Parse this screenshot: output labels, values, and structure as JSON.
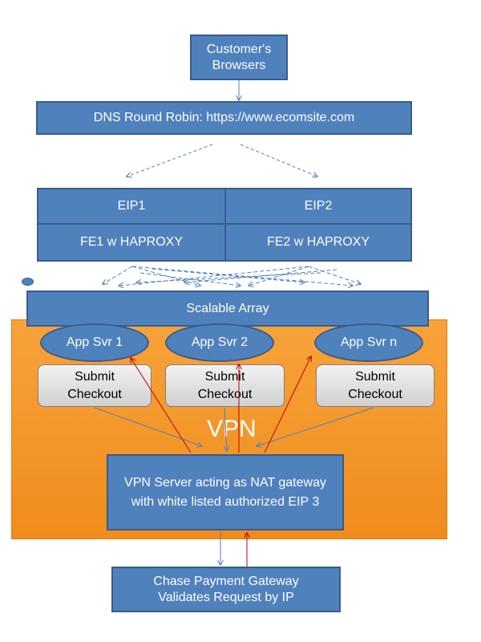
{
  "nodes": {
    "customers_browsers": "Customer's\nBrowsers",
    "dns_round_robin": "DNS Round Robin: https://www.ecomsite.com",
    "eip1": "EIP1",
    "eip2": "EIP2",
    "fe1": "FE1 w HAPROXY",
    "fe2": "FE2 w HAPROXY",
    "scalable_array": "Scalable Array",
    "app_svr_1": "App Svr 1",
    "app_svr_2": "App Svr 2",
    "app_svr_n": "App Svr n",
    "submit_checkout": "Submit\nCheckout",
    "vpn_label": "VPN",
    "vpn_server": "VPN Server acting as NAT gateway\nwith white listed authorized EIP 3",
    "payment_gateway": "Chase Payment Gateway\nValidates Request by IP"
  },
  "colors": {
    "box_fill": "#4f81bd",
    "box_border": "#385d8a",
    "vpn_region": "#f7941d",
    "request_arrow": "#4f81bd",
    "response_arrow": "#c00000"
  }
}
